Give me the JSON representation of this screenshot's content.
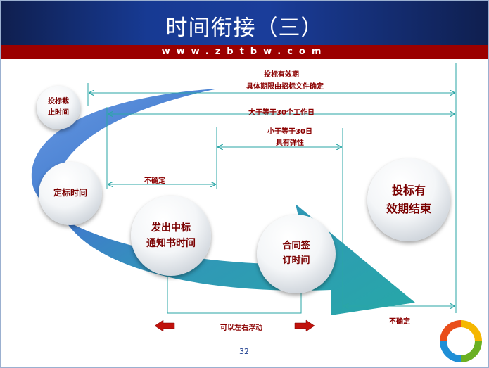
{
  "title": "时间衔接（三）",
  "website": "www.zbtbw.com",
  "circles": {
    "bid_deadline": [
      "投标截",
      "止时间"
    ],
    "award_time": "定标时间",
    "notice_time": [
      "发出中标",
      "通知书时间"
    ],
    "contract_time": [
      "合同签",
      "订时间"
    ],
    "validity_end": [
      "投标有",
      "效期结束"
    ]
  },
  "labels": {
    "validity_line1": "投标有效期",
    "validity_line2": "具体期限由招标文件确定",
    "gte30": "大于等于30个工作日",
    "lte30_line1": "小于等于30日",
    "lte30_line2": "具有弹性",
    "uncertain1": "不确定",
    "uncertain2": "不确定",
    "float": "可以左右浮动"
  },
  "page_number": "32",
  "colors": {
    "header": "#173a93",
    "band": "#9b0000",
    "text": "#8b0000",
    "line": "#2aa6a6"
  }
}
